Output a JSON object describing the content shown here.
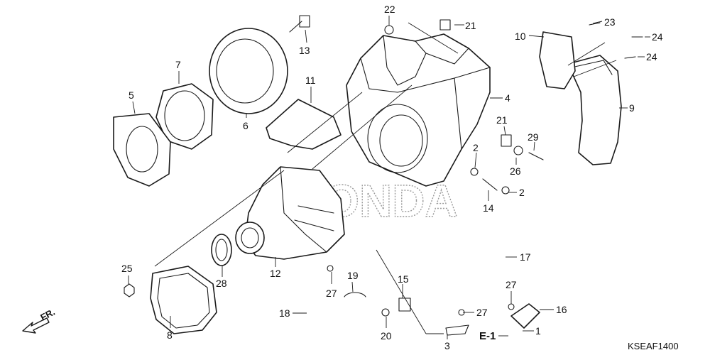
{
  "diagram": {
    "callouts": [
      {
        "id": "c22a",
        "label": "22"
      },
      {
        "id": "c21a",
        "label": "21"
      },
      {
        "id": "c23",
        "label": "23"
      },
      {
        "id": "c10",
        "label": "10"
      },
      {
        "id": "c24a",
        "label": "24"
      },
      {
        "id": "c24b",
        "label": "24"
      },
      {
        "id": "c13",
        "label": "13"
      },
      {
        "id": "c7",
        "label": "7"
      },
      {
        "id": "c5",
        "label": "5"
      },
      {
        "id": "c11",
        "label": "11"
      },
      {
        "id": "c4",
        "label": "4"
      },
      {
        "id": "c6",
        "label": "6"
      },
      {
        "id": "c9",
        "label": "9"
      },
      {
        "id": "c21b",
        "label": "21"
      },
      {
        "id": "c29",
        "label": "29"
      },
      {
        "id": "c2a",
        "label": "2"
      },
      {
        "id": "c26",
        "label": "26"
      },
      {
        "id": "c2b",
        "label": "2"
      },
      {
        "id": "c14",
        "label": "14"
      },
      {
        "id": "c17",
        "label": "17"
      },
      {
        "id": "c12",
        "label": "12"
      },
      {
        "id": "c25",
        "label": "25"
      },
      {
        "id": "c28",
        "label": "28"
      },
      {
        "id": "c19",
        "label": "19"
      },
      {
        "id": "c27a",
        "label": "27"
      },
      {
        "id": "c15",
        "label": "15"
      },
      {
        "id": "c27b",
        "label": "27"
      },
      {
        "id": "c16",
        "label": "16"
      },
      {
        "id": "c27c",
        "label": "27"
      },
      {
        "id": "c18",
        "label": "18"
      },
      {
        "id": "c8",
        "label": "8"
      },
      {
        "id": "c20",
        "label": "20"
      },
      {
        "id": "c3",
        "label": "3"
      },
      {
        "id": "c1",
        "label": "1"
      }
    ],
    "section_ref": "E-1",
    "direction_label": "FR.",
    "diagram_code": "KSEAF1400",
    "watermark": "HONDA"
  }
}
